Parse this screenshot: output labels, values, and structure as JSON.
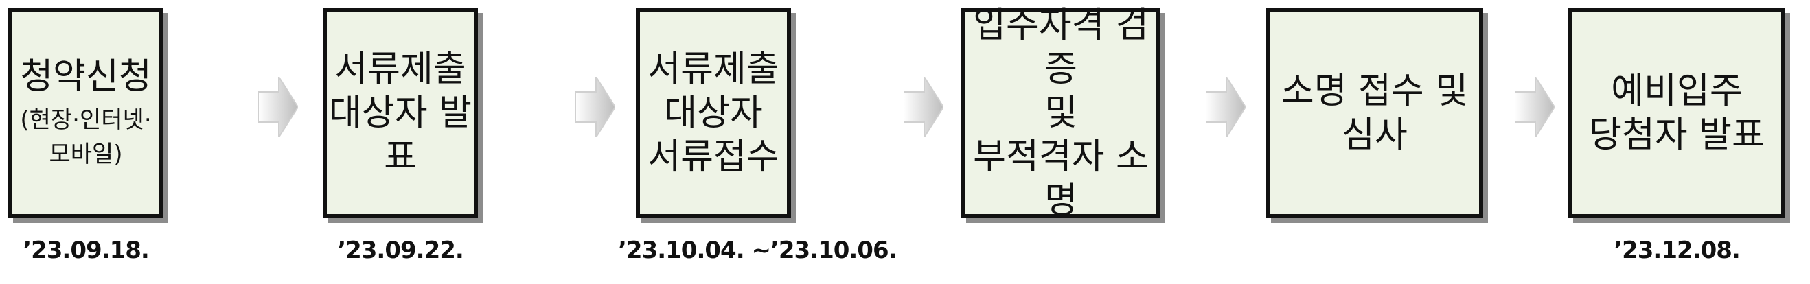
{
  "steps": [
    {
      "main": "청약신청",
      "sub": "(현장·인터넷·\n모바일)",
      "date": "’23.09.18."
    },
    {
      "main": "서류제출\n대상자 발표",
      "sub": "",
      "date": "’23.09.22."
    },
    {
      "main": "서류제출\n대상자\n서류접수",
      "sub": "",
      "date": "’23.10.04.  ~’23.10.06."
    },
    {
      "main": "입주자격 검증\n및\n부적격자 소명",
      "sub": "",
      "date": ""
    },
    {
      "main": "소명 접수 및\n심사",
      "sub": "",
      "date": ""
    },
    {
      "main": "예비입주\n당첨자 발표",
      "sub": "",
      "date": "’23.12.08."
    }
  ],
  "colors": {
    "box_fill": "#eef3e6",
    "box_border": "#111111",
    "box_shadow": "#8c8c8c",
    "arrow_light": "#ffffff",
    "arrow_dark": "#bdbdbd"
  },
  "icons": {
    "arrow": "chevron-right-arrow-icon"
  }
}
